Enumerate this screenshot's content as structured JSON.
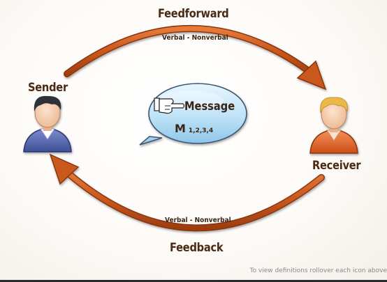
{
  "diagram": {
    "top_arrow": {
      "title": "Feedforward",
      "subtitle": "Verbal - Nonverbal"
    },
    "bottom_arrow": {
      "title": "Feedback",
      "subtitle": "Verbal - Nonverbal"
    },
    "sender": {
      "label": "Sender"
    },
    "receiver": {
      "label": "Receiver"
    },
    "message": {
      "label": "Message",
      "code_letter": "M",
      "code_subscript": "1,2,3,4"
    }
  },
  "footer": {
    "hint": "To view definitions rollover each icon above"
  },
  "colors": {
    "arrow": "#c8581c",
    "text": "#4a2a14",
    "bubble": "#bfe3f7",
    "sender_shirt": "#5b6fb6",
    "receiver_shirt": "#e8682a"
  },
  "icons": {
    "sender": "person-blue-shirt-icon",
    "receiver": "person-orange-shirt-icon",
    "message": "speech-bubble-icon",
    "pointer": "pointing-hand-icon"
  }
}
